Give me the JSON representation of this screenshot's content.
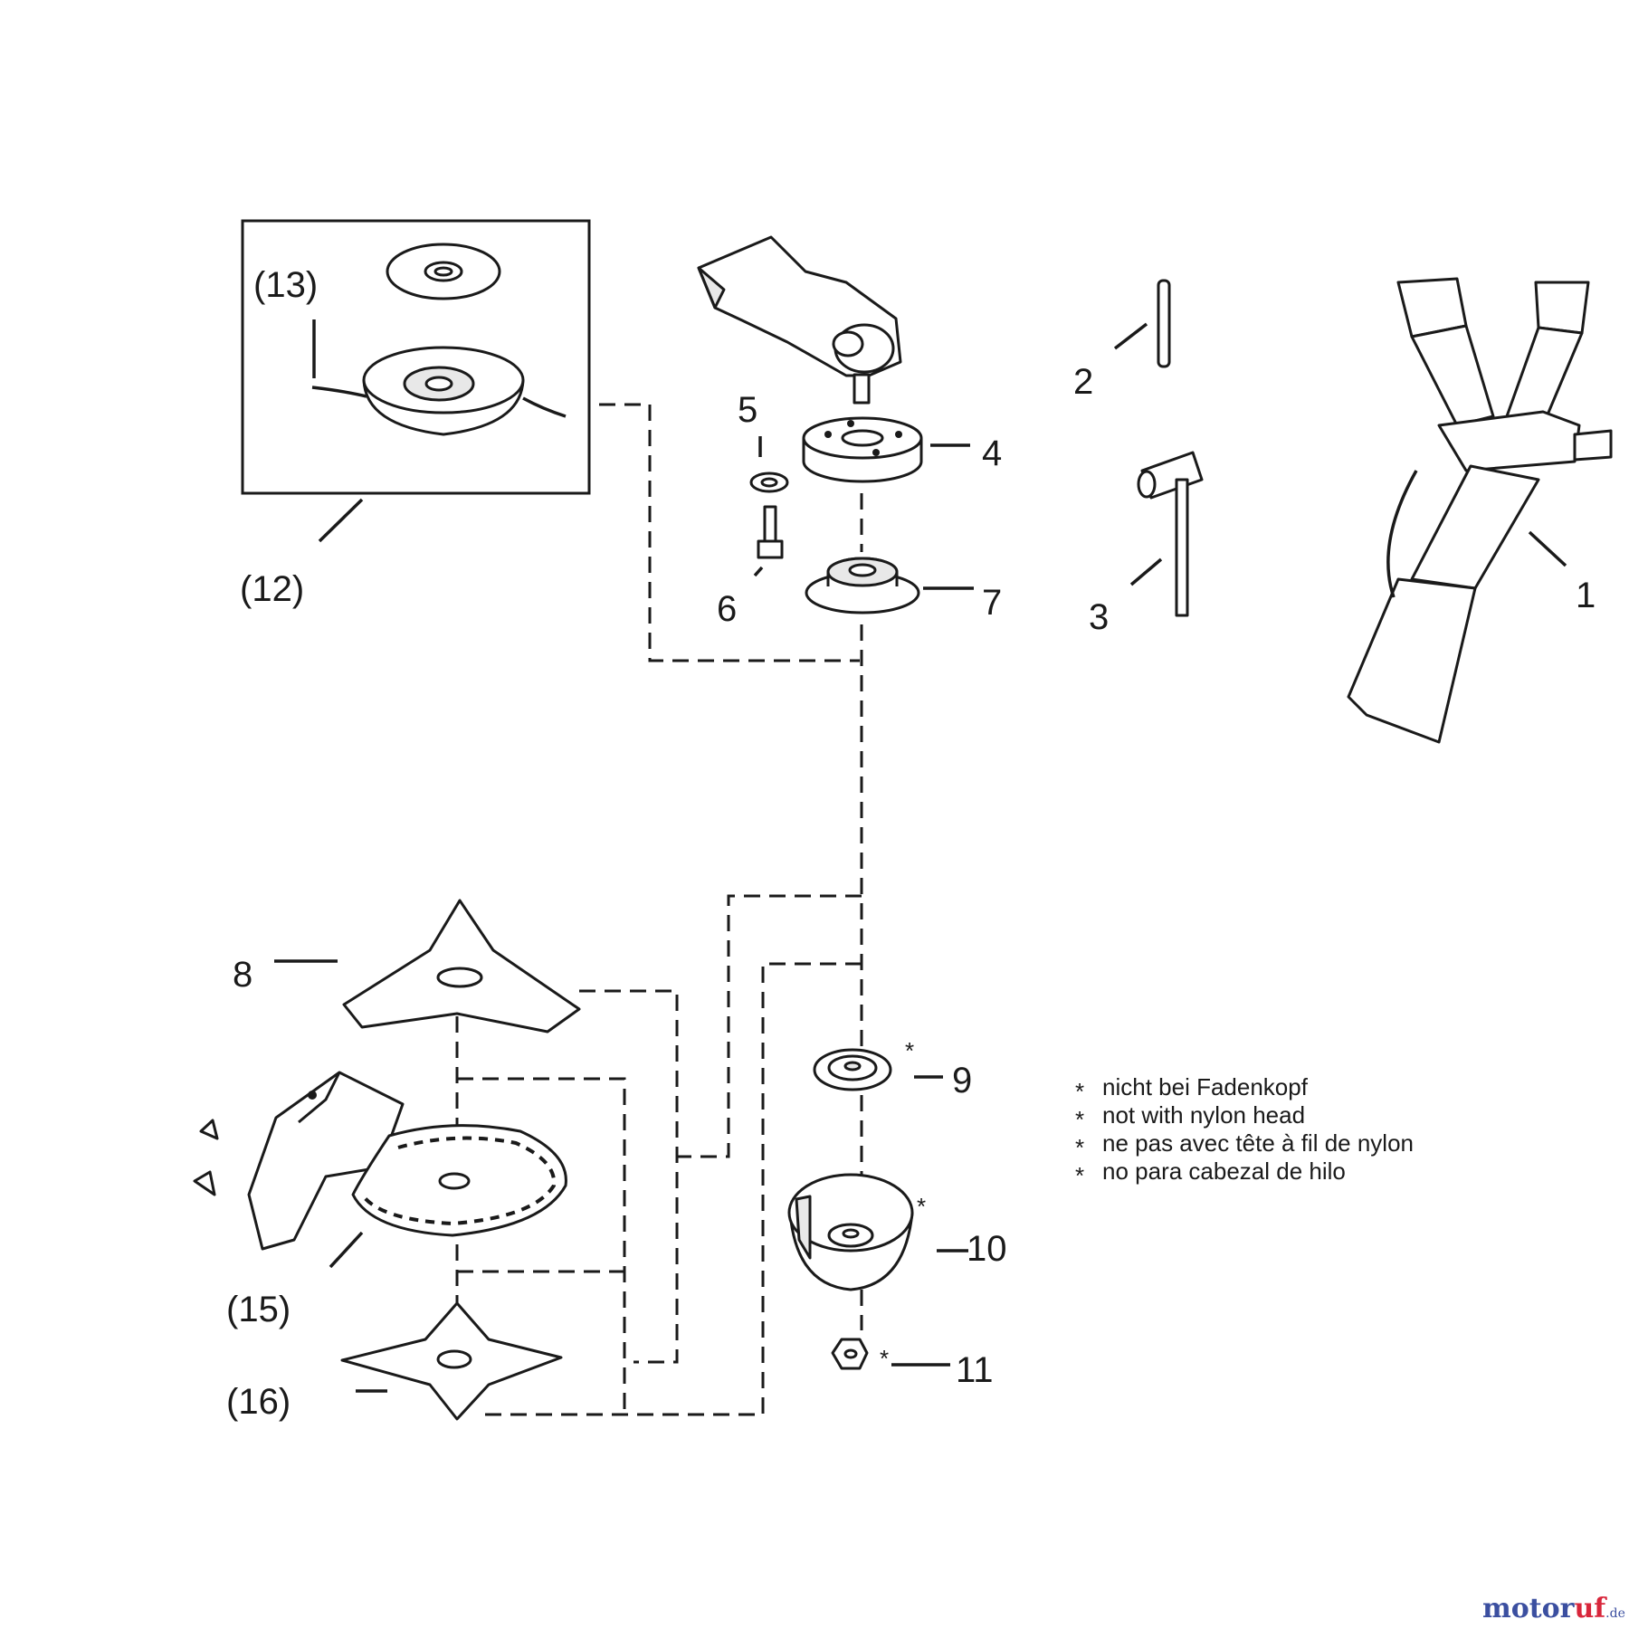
{
  "parts": {
    "p1": "1",
    "p2": "2",
    "p3": "3",
    "p4": "4",
    "p5": "5",
    "p6": "6",
    "p7": "7",
    "p8": "8",
    "p9": "9",
    "p10": "10",
    "p11": "11",
    "p12": "(12)",
    "p13": "(13)",
    "p15": "(15)",
    "p16": "(16)"
  },
  "star": "*",
  "notes": [
    "nicht bei Fadenkopf",
    "not with nylon head",
    "ne pas avec tête à fil de nylon",
    "no para cabezal de hilo"
  ],
  "watermark": {
    "main_a": "motor",
    "main_b": "uf",
    "suffix": ".de"
  }
}
